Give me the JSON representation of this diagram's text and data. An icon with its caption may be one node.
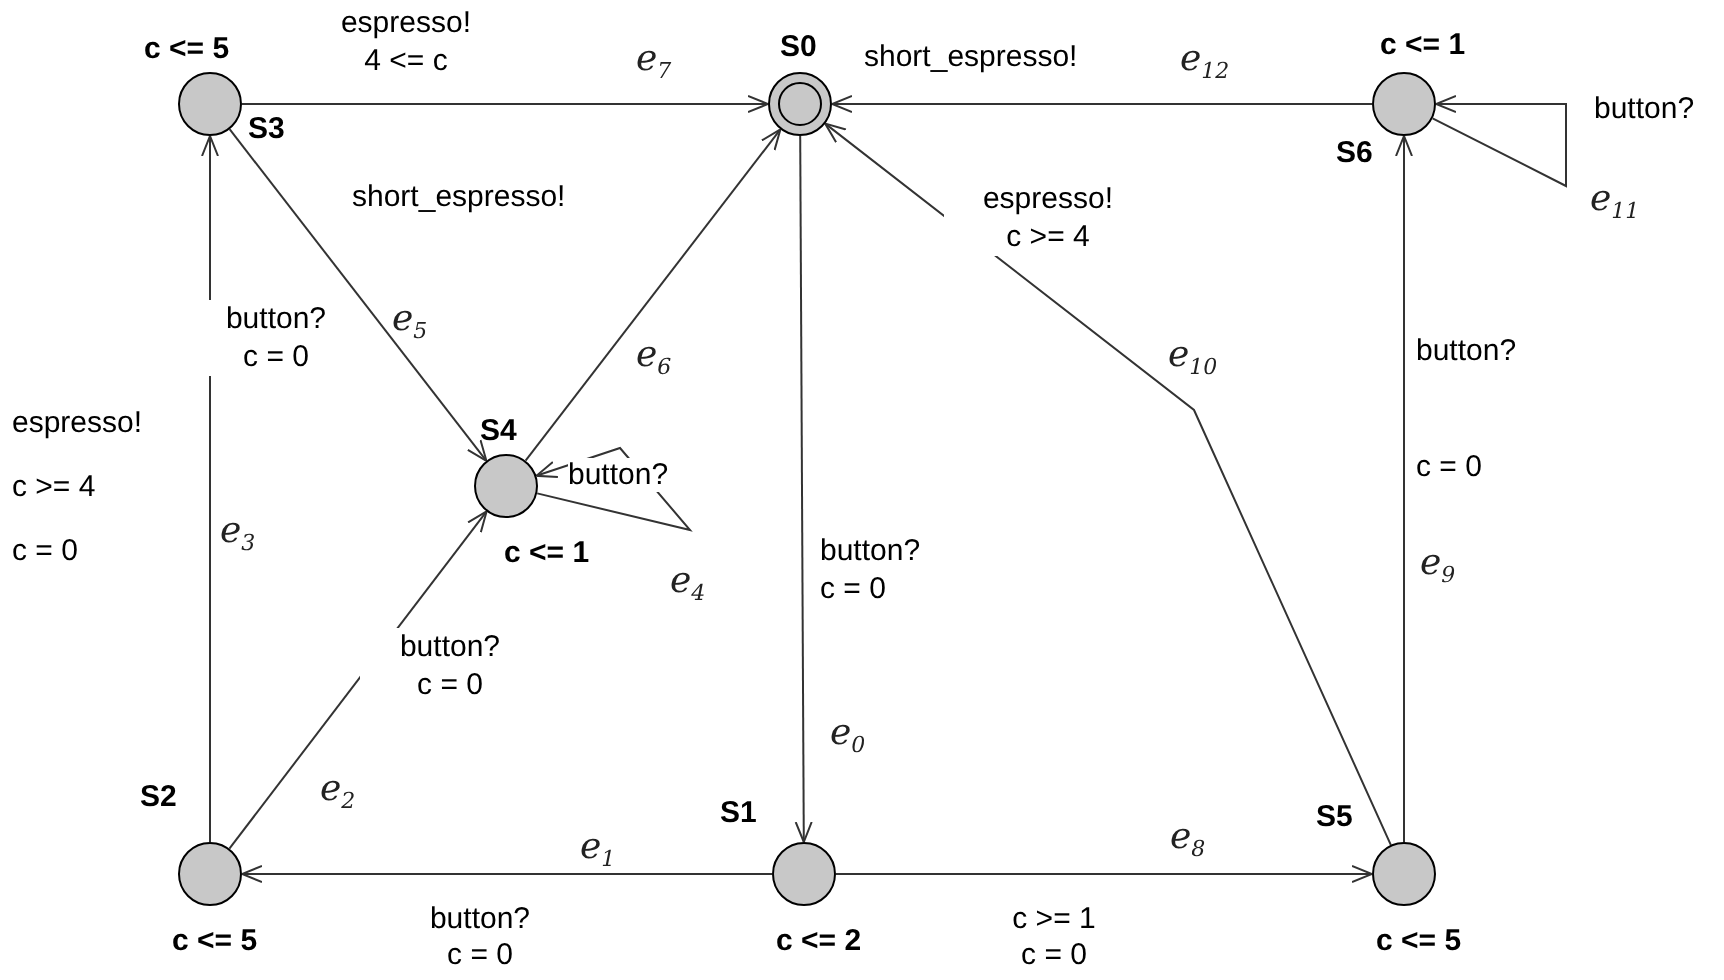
{
  "diagram": {
    "nodes": [
      {
        "text": [
          "S0"
        ]
      },
      {
        "text": [
          "S1"
        ],
        "beside": [
          "c <= 2"
        ]
      },
      {
        "text": [
          "S2"
        ],
        "beside": [
          "c <= 5"
        ]
      },
      {
        "text": [
          "S3"
        ],
        "beside": [
          "c <= 5"
        ]
      },
      {
        "text": [
          "S4"
        ],
        "beside": [
          "c <= 1"
        ]
      },
      {
        "text": [
          "S5"
        ],
        "beside": [
          "c <= 5"
        ]
      },
      {
        "text": [
          "S6"
        ],
        "beside": [
          "c <= 1"
        ]
      }
    ],
    "edges": [
      {
        "from": 0,
        "to": 1,
        "arrow": "to",
        "label": "button? c = 0"
      },
      {
        "from": 1,
        "to": 2,
        "arrow": "to",
        "label": "button? c = 0"
      },
      {
        "from": 2,
        "to": 4,
        "arrow": "to",
        "label": "button? c = 0"
      },
      {
        "from": 2,
        "to": 3,
        "arrow": "to",
        "label": "espresso! c >= 4 c = 0"
      },
      {
        "from": 4,
        "to": 4,
        "arrow": "to",
        "label": "button?"
      },
      {
        "from": 3,
        "to": 4,
        "arrow": "to",
        "label": "button? c = 0"
      },
      {
        "from": 4,
        "to": 0,
        "arrow": "to",
        "label": "short_espresso!"
      },
      {
        "from": 3,
        "to": 0,
        "arrow": "to",
        "label": "espresso! 4 <= c"
      },
      {
        "from": 1,
        "to": 5,
        "arrow": "to",
        "label": "c >= 1 c = 0"
      },
      {
        "from": 5,
        "to": 6,
        "arrow": "to",
        "label": "button? c = 0"
      },
      {
        "from": 5,
        "to": 0,
        "arrow": "to",
        "label": "espresso! c >= 4"
      },
      {
        "from": 6,
        "to": 6,
        "arrow": "to",
        "label": "button?"
      },
      {
        "from": 6,
        "to": 0,
        "arrow": "to",
        "label": "short_espresso!"
      }
    ],
    "labels": [
      "e$_{7}$",
      "e$_{12}$",
      "e$_{5}$",
      "e$_{6}$",
      "e$_{10}$",
      "e$_{11}$",
      "e$_{3}$",
      "e$_{4}$",
      "e$_{2}$",
      "e$_{0}$",
      "e$_{9}$",
      "e$_{1}$",
      "e$_{8}$"
    ]
  }
}
